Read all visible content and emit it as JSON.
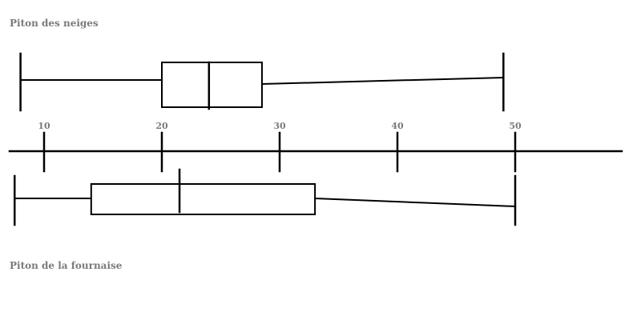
{
  "chart_data": {
    "type": "boxplot",
    "axis": {
      "ticks": [
        10,
        20,
        30,
        40,
        50
      ],
      "tick_labels": [
        "10",
        "20",
        "30",
        "40",
        "50"
      ]
    },
    "series": [
      {
        "name": "Piton des neiges",
        "min": 8,
        "q1": 20,
        "median": 24,
        "q3": 28.5,
        "max": 49
      },
      {
        "name": "Piton de la fournaise",
        "min": 7.5,
        "q1": 14,
        "median": 21.5,
        "q3": 33,
        "max": 50
      }
    ]
  }
}
